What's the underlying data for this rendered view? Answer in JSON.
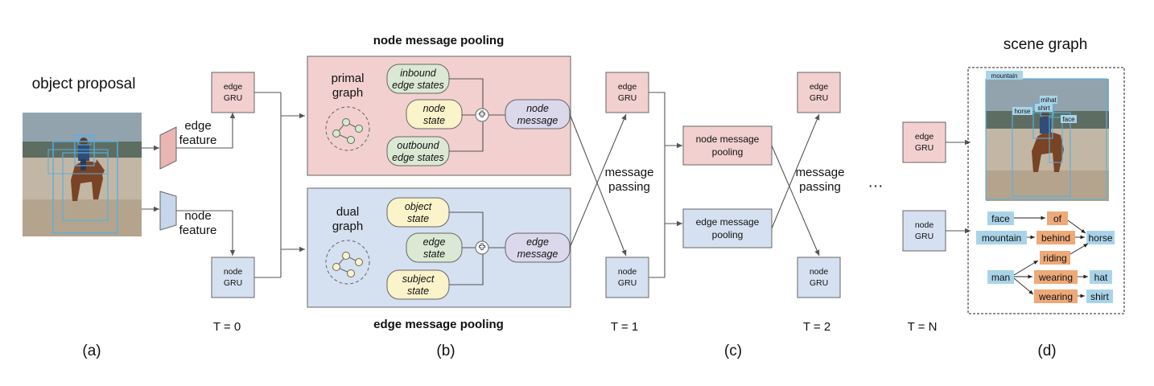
{
  "colors": {
    "pink": "#f1d0cf",
    "blue": "#d5e0f0",
    "green": "#dbe9d4",
    "yellow": "#fbf3c9",
    "purple": "#dcd8ec",
    "rel_orange": "#eda978",
    "obj_blue": "#a9d4e8",
    "line": "#555555"
  },
  "panel_a": {
    "title": "object proposal",
    "edge_feature": [
      "edge",
      "feature"
    ],
    "node_feature": [
      "node",
      "feature"
    ],
    "caption": "(a)"
  },
  "gru": {
    "edge": [
      "edge",
      "GRU"
    ],
    "node": [
      "node",
      "GRU"
    ]
  },
  "time_labels": [
    "T = 0",
    "T = 1",
    "T = 2",
    "T = N"
  ],
  "ellipsis": "···",
  "panel_b": {
    "top_title": "node message pooling",
    "bottom_title": "edge message pooling",
    "primal_label": [
      "primal",
      "graph"
    ],
    "dual_label": [
      "dual",
      "graph"
    ],
    "primal_states": {
      "inbound": [
        "inbound",
        "edge states"
      ],
      "node": [
        "node",
        "state"
      ],
      "outbound": [
        "outbound",
        "edge states"
      ],
      "message": [
        "node",
        "message"
      ]
    },
    "dual_states": {
      "object": [
        "object",
        "state"
      ],
      "edge": [
        "edge",
        "state"
      ],
      "subject": [
        "subject",
        "state"
      ],
      "message": [
        "edge",
        "message"
      ]
    },
    "caption": "(b)"
  },
  "panel_c": {
    "message_passing": [
      "message",
      "passing"
    ],
    "node_pool": [
      "node message",
      "pooling"
    ],
    "edge_pool": [
      "edge message",
      "pooling"
    ],
    "caption": "(c)"
  },
  "panel_d": {
    "title": "scene graph",
    "image_tags": [
      "mountain",
      "mihat",
      "shirt",
      "horse",
      "face"
    ],
    "objects": [
      "face",
      "mountain",
      "horse",
      "man",
      "hat",
      "shirt"
    ],
    "relations": [
      "of",
      "behind",
      "riding",
      "wearing",
      "wearing"
    ],
    "caption": "(d)"
  }
}
